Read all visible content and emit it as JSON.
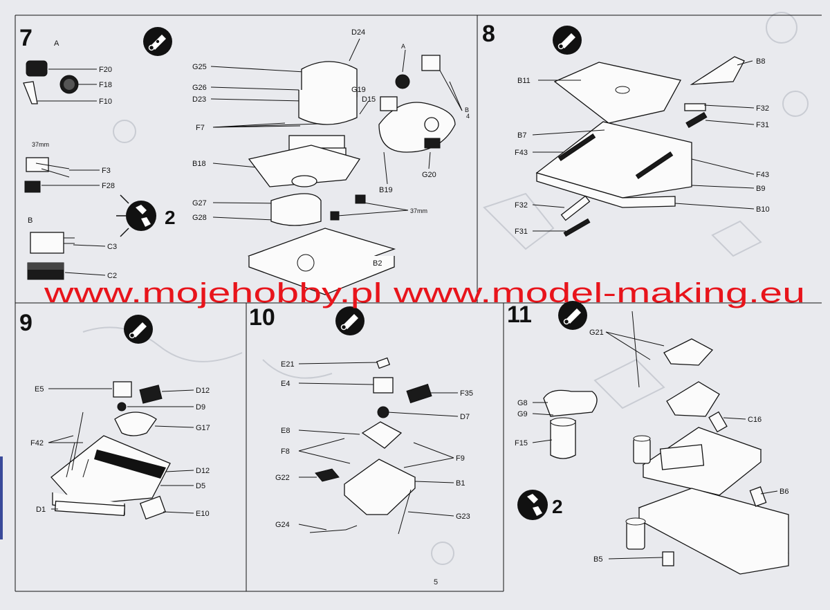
{
  "watermark": "www.mojehobby.pl www.model-making.eu",
  "page_number": "5",
  "colors": {
    "paper": "#e9eaee",
    "ink": "#111111",
    "watermark": "#e8141b"
  },
  "icons": {
    "glue": "glue-tube-icon",
    "repeat": "repeat-x2-icon"
  },
  "steps": {
    "s7": {
      "number": "7",
      "sub_a": "A",
      "sub_b": "B",
      "size_37": "37mm",
      "repeat": "2",
      "labels": [
        "F20",
        "F18",
        "F10",
        "F3",
        "F28",
        "C3",
        "C2",
        "D24",
        "G25",
        "G26",
        "D23",
        "G19",
        "D15",
        "A",
        "B",
        "4",
        "F7",
        "B18",
        "G27",
        "G28",
        "B19",
        "G20",
        "37mm",
        "B2"
      ]
    },
    "s8": {
      "number": "8",
      "labels": [
        "B8",
        "B11",
        "F32",
        "F31",
        "B7",
        "F43",
        "F43",
        "B9",
        "F32",
        "B10",
        "F31"
      ]
    },
    "s9": {
      "number": "9",
      "labels": [
        "E5",
        "D12",
        "D9",
        "G17",
        "F42",
        "D12",
        "D5",
        "D1",
        "E10"
      ]
    },
    "s10": {
      "number": "10",
      "labels": [
        "E21",
        "E4",
        "F35",
        "D7",
        "E8",
        "F8",
        "F9",
        "G22",
        "B1",
        "G24",
        "G23"
      ]
    },
    "s11": {
      "number": "11",
      "repeat": "2",
      "labels": [
        "G21",
        "G8",
        "G9",
        "C16",
        "F15",
        "B6",
        "B5"
      ]
    }
  }
}
